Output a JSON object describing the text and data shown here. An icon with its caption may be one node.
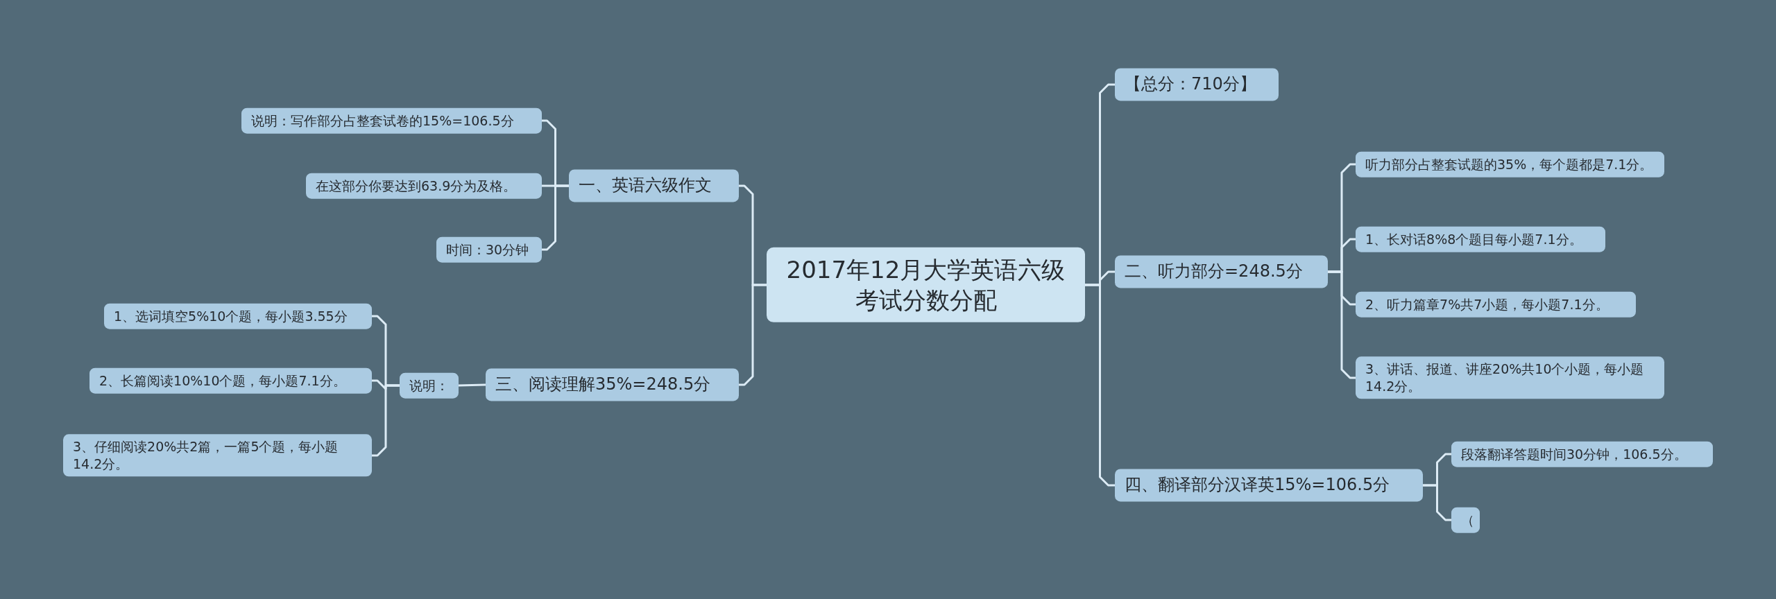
{
  "diagram": {
    "nodes": [
      {
        "text": [
          "2017年12月大学英语六级考试分数分配"
        ]
      },
      {
        "text": [
          "一、英语六级作文"
        ]
      },
      {
        "text": [
          "说明：写作部分占整套试卷的15%=106.5分"
        ]
      },
      {
        "text": [
          "在这部分你要达到63.9分为及格。"
        ]
      },
      {
        "text": [
          "时间：30分钟"
        ]
      },
      {
        "text": [
          "三、阅读理解35%=248.5分"
        ]
      },
      {
        "text": [
          "说明："
        ]
      },
      {
        "text": [
          "1、选词填空5%10个题，每小题3.55分"
        ]
      },
      {
        "text": [
          "2、长篇阅读10%10个题，每小题7.1分。"
        ]
      },
      {
        "text": [
          "3、仔细阅读20%共2篇，一篇5个题，每小题14.2分。"
        ]
      },
      {
        "text": [
          "【总分：710分】"
        ]
      },
      {
        "text": [
          "二、听力部分=248.5分"
        ]
      },
      {
        "text": [
          "听力部分占整套试题的35%，每个题都是7.1分。"
        ]
      },
      {
        "text": [
          "1、长对话8%8个题目每小题7.1分。"
        ]
      },
      {
        "text": [
          "2、听力篇章7%共7小题，每小题7.1分。"
        ]
      },
      {
        "text": [
          "3、讲话、报道、讲座20%共10个小题，每小题14.2分。"
        ]
      },
      {
        "text": [
          "四、翻译部分汉译英15%=106.5分"
        ]
      },
      {
        "text": [
          "段落翻译答题时间30分钟，106.5分。"
        ]
      },
      {
        "text": [
          "（"
        ]
      }
    ],
    "edges": [
      {
        "from": 0,
        "to": 1,
        "arrow": "none"
      },
      {
        "from": 1,
        "to": 2,
        "arrow": "none"
      },
      {
        "from": 1,
        "to": 3,
        "arrow": "none"
      },
      {
        "from": 1,
        "to": 4,
        "arrow": "none"
      },
      {
        "from": 0,
        "to": 5,
        "arrow": "none"
      },
      {
        "from": 5,
        "to": 6,
        "arrow": "none"
      },
      {
        "from": 6,
        "to": 7,
        "arrow": "none"
      },
      {
        "from": 6,
        "to": 8,
        "arrow": "none"
      },
      {
        "from": 6,
        "to": 9,
        "arrow": "none"
      },
      {
        "from": 0,
        "to": 10,
        "arrow": "none"
      },
      {
        "from": 0,
        "to": 11,
        "arrow": "none"
      },
      {
        "from": 11,
        "to": 12,
        "arrow": "none"
      },
      {
        "from": 11,
        "to": 13,
        "arrow": "none"
      },
      {
        "from": 11,
        "to": 14,
        "arrow": "none"
      },
      {
        "from": 11,
        "to": 15,
        "arrow": "none"
      },
      {
        "from": 0,
        "to": 16,
        "arrow": "none"
      },
      {
        "from": 16,
        "to": 17,
        "arrow": "none"
      },
      {
        "from": 16,
        "to": 18,
        "arrow": "none"
      }
    ]
  }
}
